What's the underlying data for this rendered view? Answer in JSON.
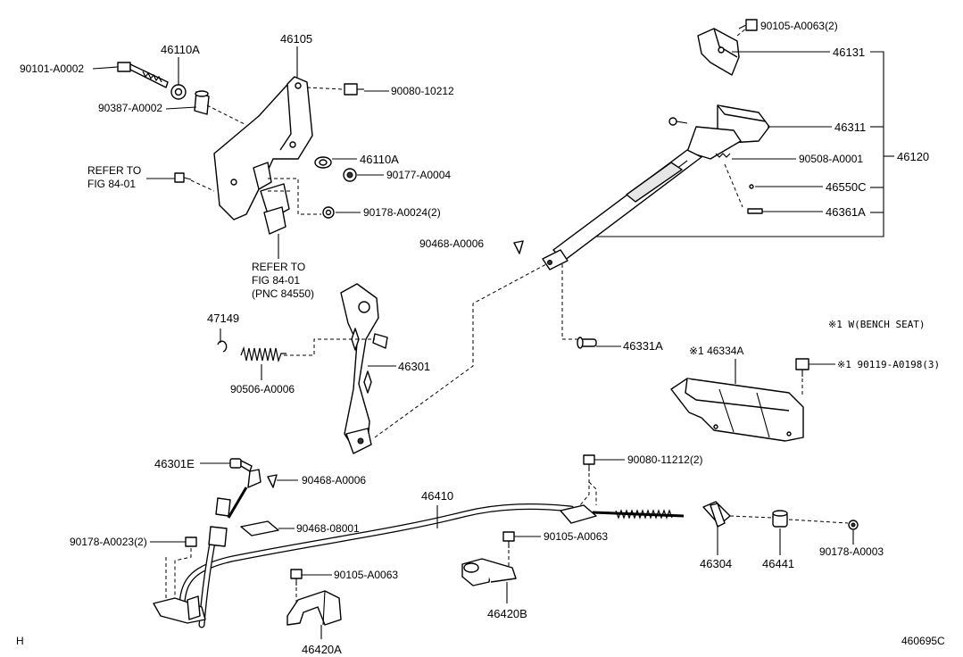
{
  "labels": {
    "p_90105_A0063_2": "90105-A0063(2)",
    "p_46131": "46131",
    "p_46311": "46311",
    "p_90508_A0001": "90508-A0001",
    "p_46120": "46120",
    "p_46550C": "46550C",
    "p_46361A": "46361A",
    "p_90101_A0002": "90101-A0002",
    "p_46110A_top": "46110A",
    "p_46105": "46105",
    "p_90080_10212": "90080-10212",
    "p_90387_A0002": "90387-A0002",
    "p_46110A_mid": "46110A",
    "p_90177_A0004": "90177-A0004",
    "refer_to_1a": "REFER TO",
    "refer_to_1b": "FIG 84-01",
    "p_90178_A0024_2": "90178-A0024(2)",
    "refer_to_2a": "REFER TO",
    "refer_to_2b": "FIG 84-01",
    "refer_to_2c": "(PNC 84550)",
    "p_90468_A0006_top": "90468-A0006",
    "p_47149": "47149",
    "p_46301": "46301",
    "p_90506_A0006": "90506-A0006",
    "p_46331A": "46331A",
    "note_bench": "※1 W(BENCH SEAT)",
    "p_46334A": "※1 46334A",
    "p_90119_A0198_3": "※1 90119-A0198(3)",
    "p_46301E": "46301E",
    "p_90468_A0006_bot": "90468-A0006",
    "p_46410": "46410",
    "p_90080_11212_2": "90080-11212(2)",
    "p_90468_08001": "90468-08001",
    "p_90178_A0023_2": "90178-A0023(2)",
    "p_90105_A0063_mid": "90105-A0063",
    "p_90105_A0063_low": "90105-A0063",
    "p_46304": "46304",
    "p_46441": "46441",
    "p_90178_A0003": "90178-A0003",
    "p_46420B": "46420B",
    "p_46420A": "46420A",
    "corner_h": "H",
    "diagram_id": "460695C"
  }
}
